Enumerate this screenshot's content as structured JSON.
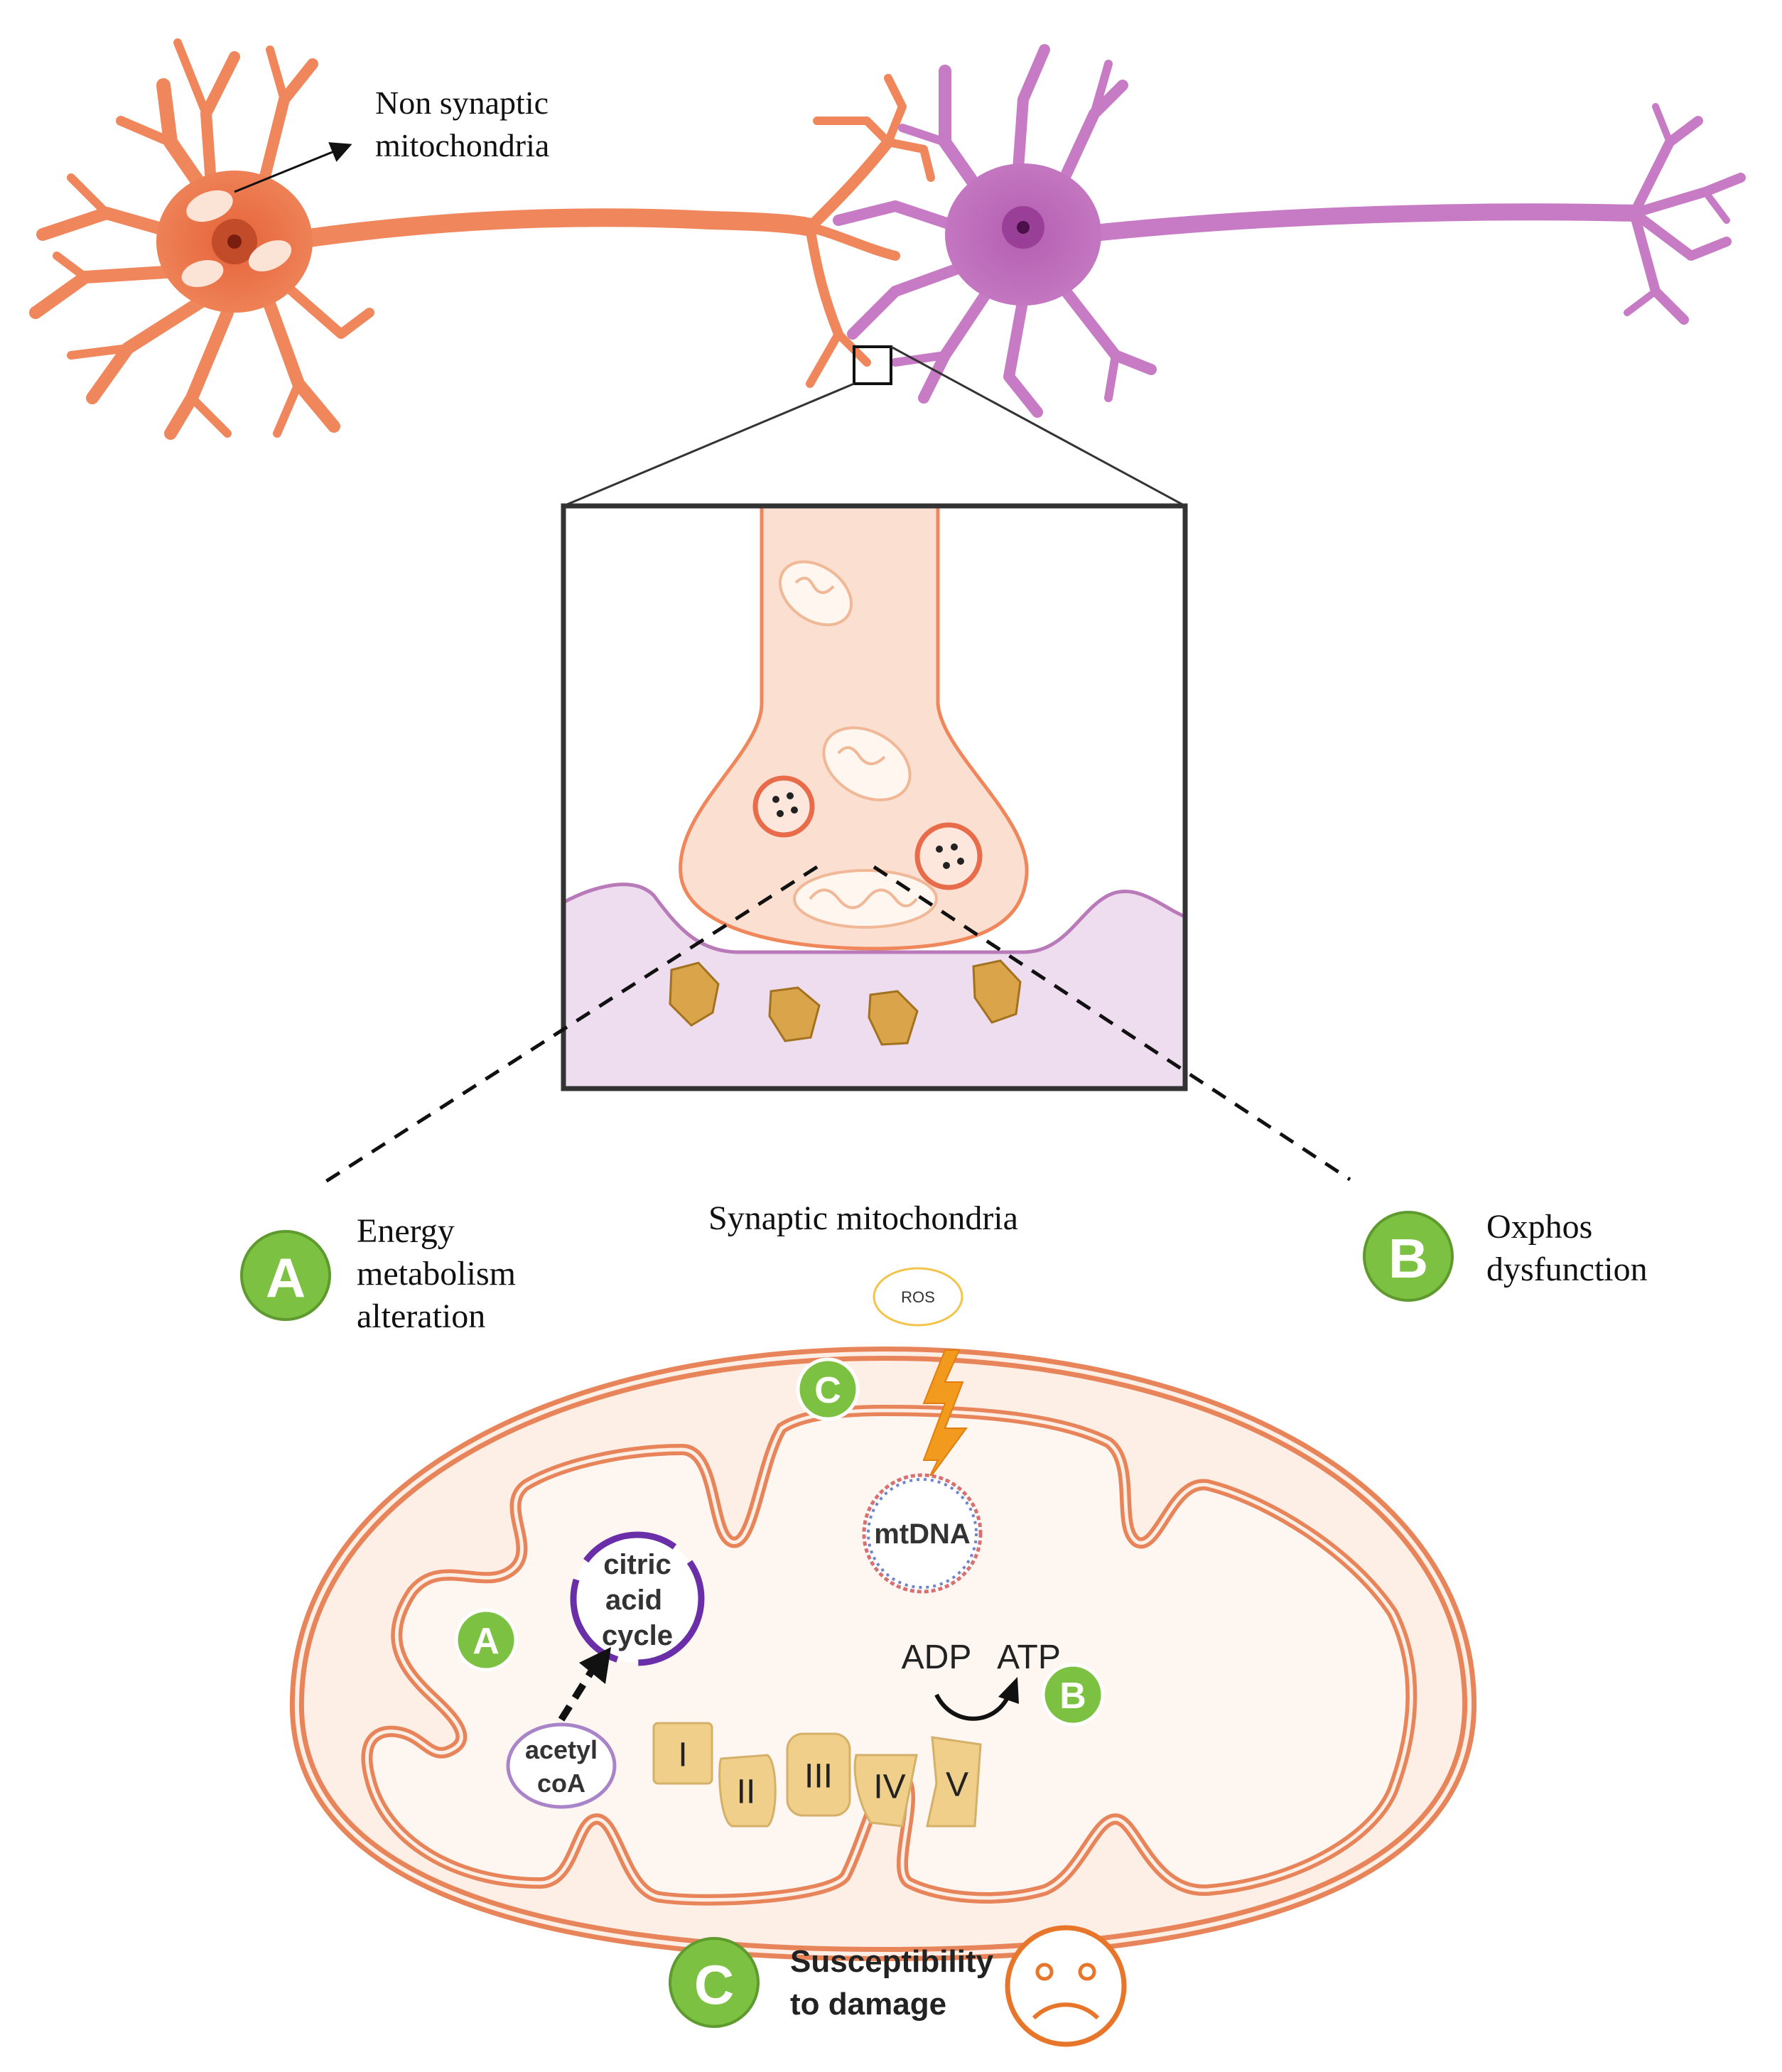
{
  "labels": {
    "non_synaptic_line1": "Non synaptic",
    "non_synaptic_line2": "mitochondria",
    "synaptic_title": "Synaptic mitochondria",
    "energy_line1": "Energy",
    "energy_line2": "metabolism",
    "energy_line3": "alteration",
    "oxphos_line1": "Oxphos",
    "oxphos_line2": "dysfunction",
    "susceptibility_line1": "Susceptibility",
    "susceptibility_line2": "to damage",
    "ros": "ROS",
    "mtdna": "mtDNA",
    "citric_line1": "citric",
    "citric_line2": "acid",
    "citric_line3": "cycle",
    "acetyl_line1": "acetyl",
    "acetyl_line2": "coA",
    "adp": "ADP",
    "atp": "ATP"
  },
  "badges": {
    "a": "A",
    "b": "B",
    "c": "C"
  },
  "complexes": [
    "I",
    "II",
    "III",
    "IV",
    "V"
  ],
  "colors": {
    "neuron_left": "#f0875c",
    "neuron_right": "#c77bc4",
    "mito_outline": "#e8845a",
    "mito_fill": "#fdeee6",
    "badge_green": "#7dc142",
    "complex_fill": "#f0cf8a",
    "citric_cycle": "#6a2fa8",
    "ros_bolt": "#f29a1e",
    "sad_face": "#e8762a"
  }
}
